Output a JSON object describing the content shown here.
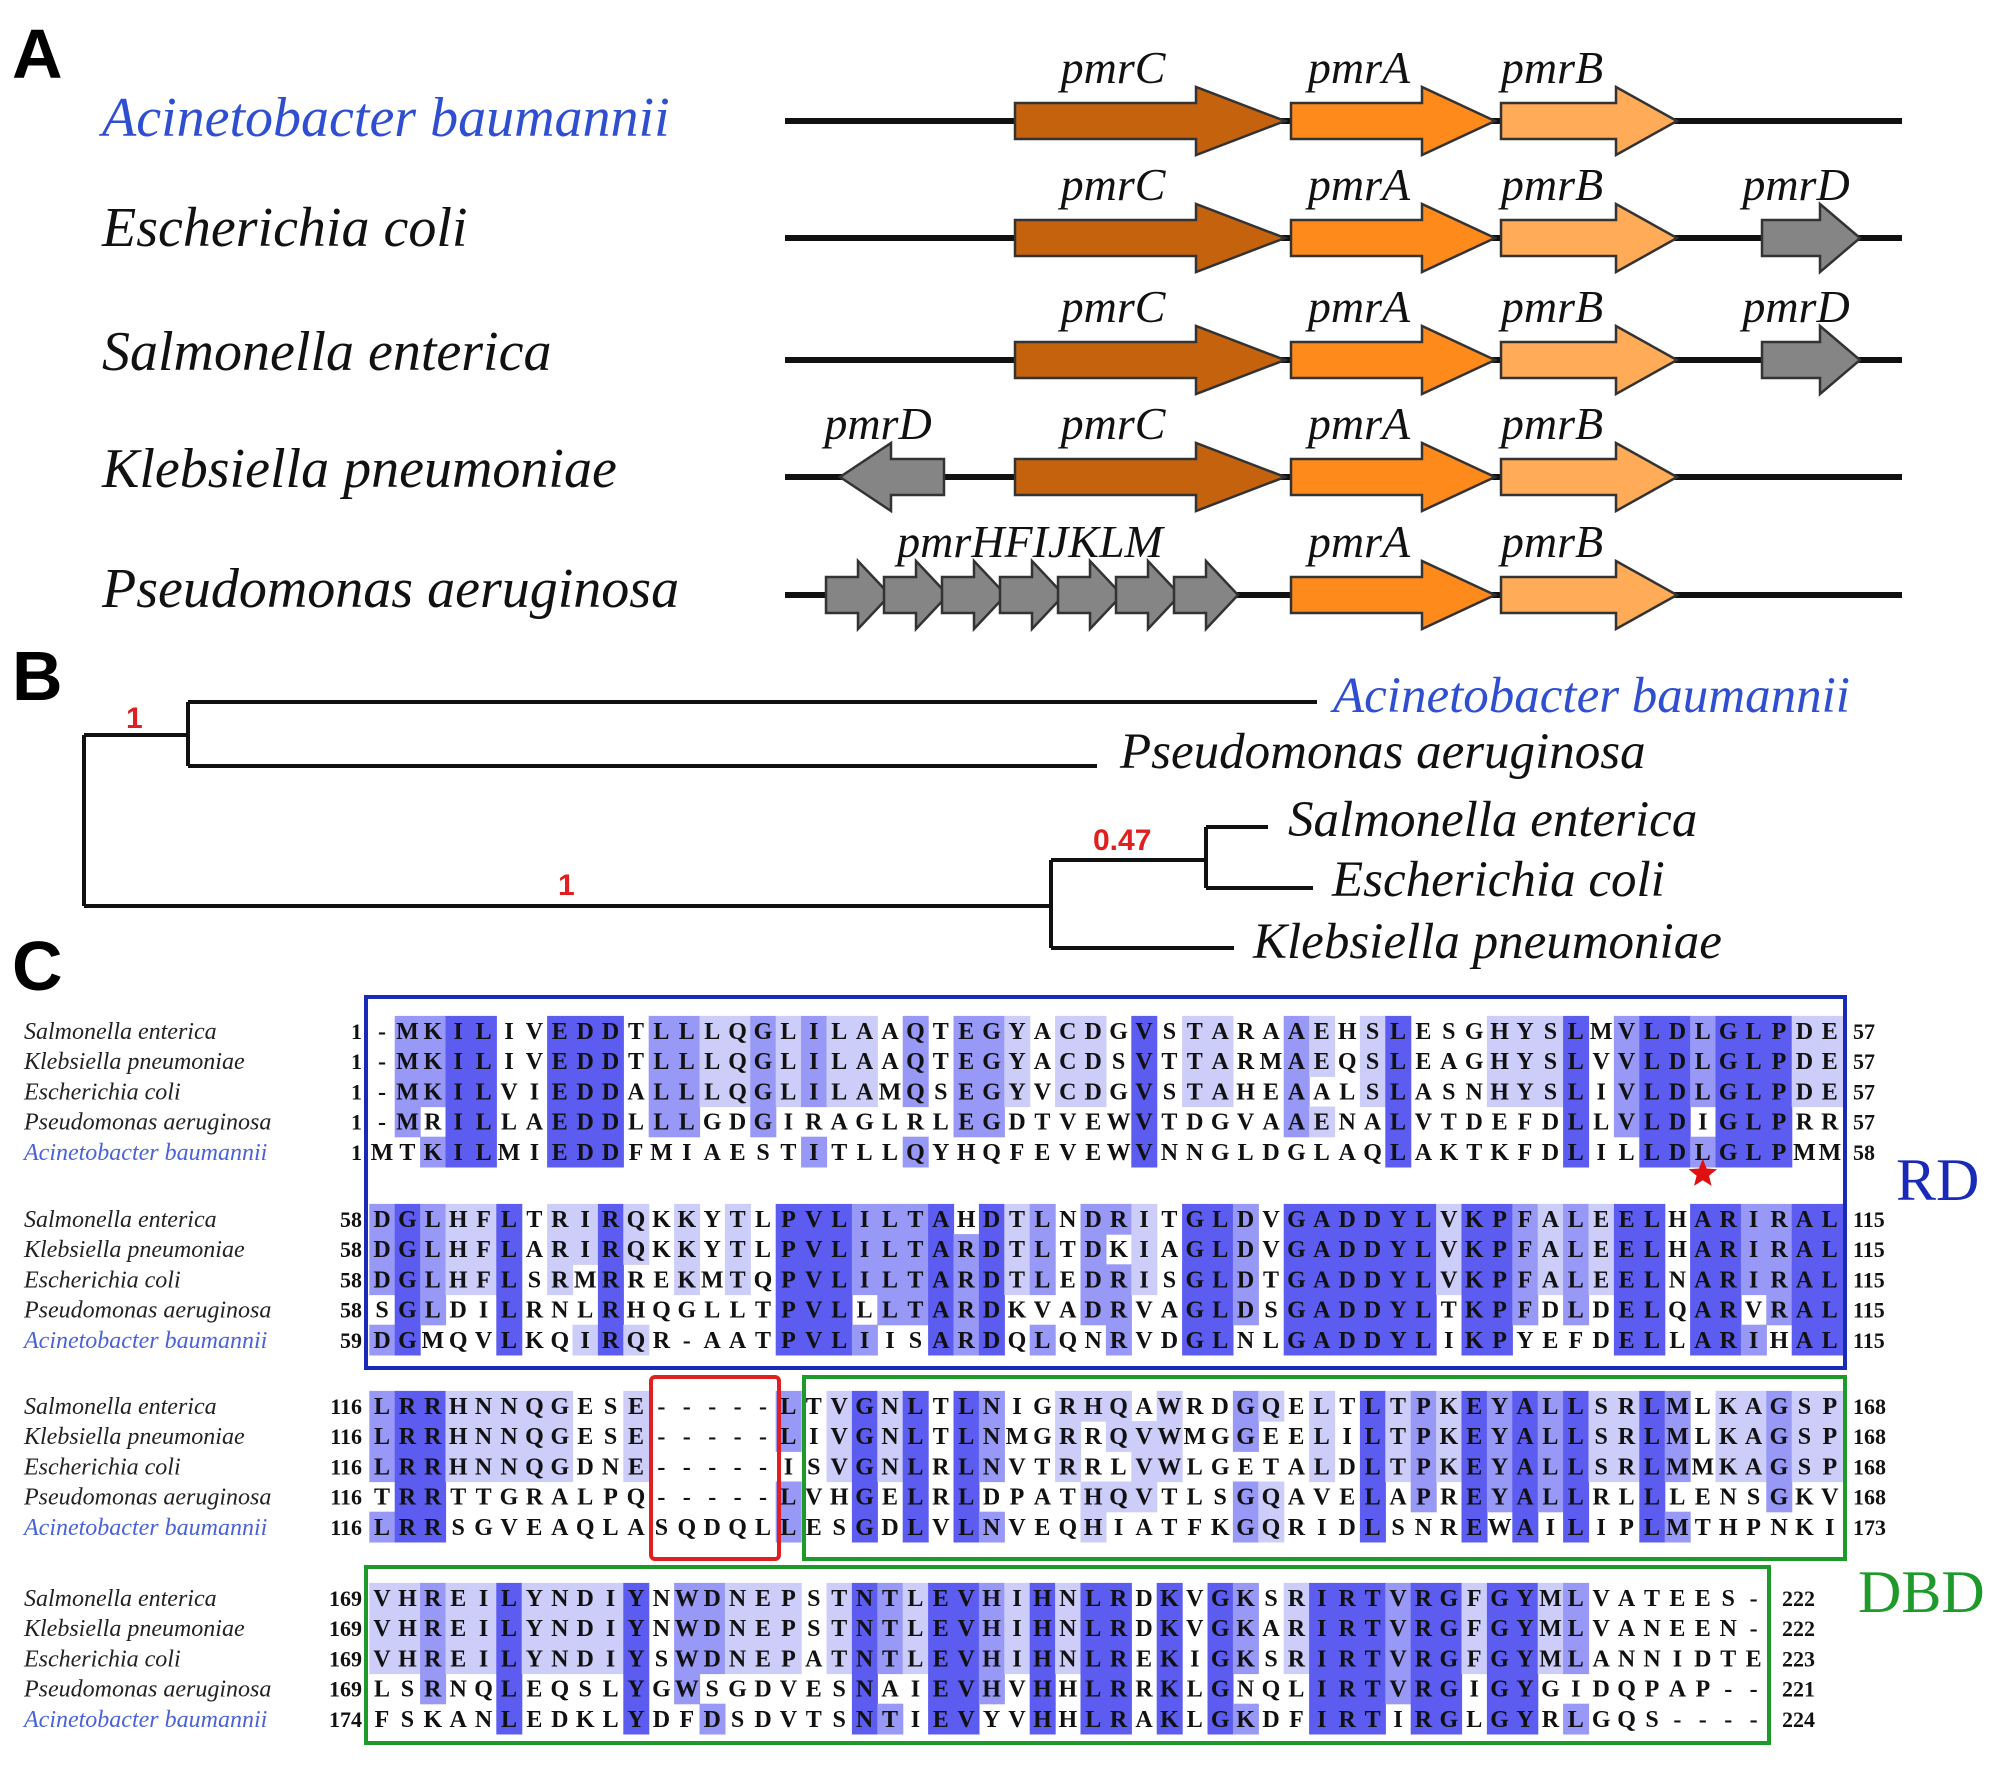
{
  "panel_a": {
    "label": "A",
    "rows": [
      {
        "species": "Acinetobacter baumannii",
        "highlight": true,
        "genes": [
          "pmrC",
          "pmrA",
          "pmrB"
        ]
      },
      {
        "species": "Escherichia coli",
        "highlight": false,
        "genes": [
          "pmrC",
          "pmrA",
          "pmrB",
          "pmrD"
        ]
      },
      {
        "species": "Salmonella enterica",
        "highlight": false,
        "genes": [
          "pmrC",
          "pmrA",
          "pmrB",
          "pmrD"
        ]
      },
      {
        "species": "Klebsiella pneumoniae",
        "highlight": false,
        "genes": [
          "pmrD",
          "pmrC",
          "pmrA",
          "pmrB"
        ]
      },
      {
        "species": "Pseudomonas aeruginosa",
        "highlight": false,
        "genes": [
          "pmrHFIJKLM",
          "pmrA",
          "pmrB"
        ]
      }
    ],
    "gene_colors": {
      "pmrC": "#c4620e",
      "pmrA": "#ff8a1c",
      "pmrB": "#ffab58",
      "other": "#858585"
    }
  },
  "panel_b": {
    "label": "B",
    "leaves": {
      "ab": "Acinetobacter baumannii",
      "pa": "Pseudomonas aeruginosa",
      "se": "Salmonella enterica",
      "ec": "Escherichia coli",
      "kp": "Klebsiella pneumoniae"
    },
    "support": {
      "ab_pa": "1",
      "se_ec": "0.47",
      "ent": "1"
    }
  },
  "panel_c": {
    "label": "C",
    "domains": {
      "rd": "RD",
      "dbd": "DBD"
    },
    "colors": {
      "dark": "#5c5cf0",
      "mid": "#9898f6",
      "light": "#cdcdf9",
      "rd_box": "#1a2ab8",
      "dbd_box": "#1e9a2a",
      "gap_box": "#e02020",
      "star": "#e01010"
    },
    "blocks": [
      {
        "rows": [
          {
            "name": "Salmonella enterica",
            "start": "1",
            "end": "57",
            "seq": "-MKILIVEDDTLLLQGLILAAQTEGYACDGVSTARAAEHSLESGHYSLMVLDLGLPDE"
          },
          {
            "name": "Klebsiella pneumoniae",
            "start": "1",
            "end": "57",
            "seq": "-MKILIVEDDTLLLQGLILAAQTEGYACDSVTTARMAEQSLEAGHYSLVVLDLGLPDE"
          },
          {
            "name": "Escherichia coli",
            "start": "1",
            "end": "57",
            "seq": "-MKILVIEDDALLLQGLILAMQSEGYVCDGVSTAHEAALSLASNHYSLIVLDLGLPDE"
          },
          {
            "name": "Pseudomonas aeruginosa",
            "start": "1",
            "end": "57",
            "seq": "-MRILLAEDDLLLGDGIRAGLRLEGDTVEWVTDGVAAENALVTDEFDLLVLDIGLPRR"
          },
          {
            "name": "Acinetobacter baumannii",
            "start": "1",
            "end": "58",
            "seq": "MTKILMIEDDFMIAESTITLLQYHQFEVEWVNNGLDGLAQLAKTKFDLILLDLGLPMM"
          }
        ]
      },
      {
        "rows": [
          {
            "name": "Salmonella enterica",
            "start": "58",
            "end": "115",
            "seq": "DGLHFLTRIRQKKYTLPVLILTAHDTLNDRITGLDVGADDYLVKPFALEELHARIRAL"
          },
          {
            "name": "Klebsiella pneumoniae",
            "start": "58",
            "end": "115",
            "seq": "DGLHFLARIRQKKYTLPVLILTARDTLTDKIAGLDVGADDYLVKPFALEELHARIRAL"
          },
          {
            "name": "Escherichia coli",
            "start": "58",
            "end": "115",
            "seq": "DGLHFLSRMRREKMTQPVLILTARDTLEDRISGLDTGADDYLVKPFALEELNARIRAL"
          },
          {
            "name": "Pseudomonas aeruginosa",
            "start": "58",
            "end": "115",
            "seq": "SGLDILRNLRHQGLLTPVLLLTARDKVADRVAGLDSGADDYLTKPFDLDELQARVRAL"
          },
          {
            "name": "Acinetobacter baumannii",
            "start": "59",
            "end": "115",
            "seq": "DGMQVLKQIRQR-AATPVLIISARDQLQNRVDGLNLGADDYLIKPYEFDELLARIHAL"
          }
        ]
      },
      {
        "rows": [
          {
            "name": "Salmonella enterica",
            "start": "116",
            "end": "168",
            "seq": "LRRHNNQGESE-----LTVGNLTLNIGRHQAWRDGQELTLTPKEYALLSRLMLKAGSP"
          },
          {
            "name": "Klebsiella pneumoniae",
            "start": "116",
            "end": "168",
            "seq": "LRRHNNQGESE-----LIVGNLTLNMGRRQVWMGGEELILTPKEYALLSRLMLKAGSP"
          },
          {
            "name": "Escherichia coli",
            "start": "116",
            "end": "168",
            "seq": "LRRHNNQGDNE-----ISVGNLRLNVTRRLVWLGETALDLTPKEYALLSRLMMKAGSP"
          },
          {
            "name": "Pseudomonas aeruginosa",
            "start": "116",
            "end": "168",
            "seq": "TRRTTGRALPQ-----LVHGELRLDPATHQVTLSGQAVELAPREYALLRLLLENSGKV"
          },
          {
            "name": "Acinetobacter baumannii",
            "start": "116",
            "end": "173",
            "seq": "LRRSGVEAQLASQDQLLESGDLVLNVEQHIATFKGQRIDLSNREWAILIPLMTHPNKI"
          }
        ]
      },
      {
        "rows": [
          {
            "name": "Salmonella enterica",
            "start": "169",
            "end": "222",
            "seq": "VHREILYNDIYNWDNEPSTNTLEVHIHNLRDKVGKSRIRTVRGFGYMLVATEES-"
          },
          {
            "name": "Klebsiella pneumoniae",
            "start": "169",
            "end": "222",
            "seq": "VHREILYNDIYNWDNEPSTNTLEVHIHNLRDKVGKARIRTVRGFGYMLVANEEN-"
          },
          {
            "name": "Escherichia coli",
            "start": "169",
            "end": "223",
            "seq": "VHREILYNDIYSWDNEPATNTLEVHIHNLREKIGKSRIRTVRGFGYMLANNIDTE"
          },
          {
            "name": "Pseudomonas aeruginosa",
            "start": "169",
            "end": "221",
            "seq": "LSRNQLEQSLYGWSGDVESNAIEVHVHHLRRKLGNQLIRTVRGIGYGIDQPAP--"
          },
          {
            "name": "Acinetobacter baumannii",
            "start": "174",
            "end": "224",
            "seq": "FSKANLEDKLYDFDSDVTSNTIEVYVHHLRAKLGKDFIRTIRGLGYRLGQS----"
          }
        ]
      }
    ]
  }
}
